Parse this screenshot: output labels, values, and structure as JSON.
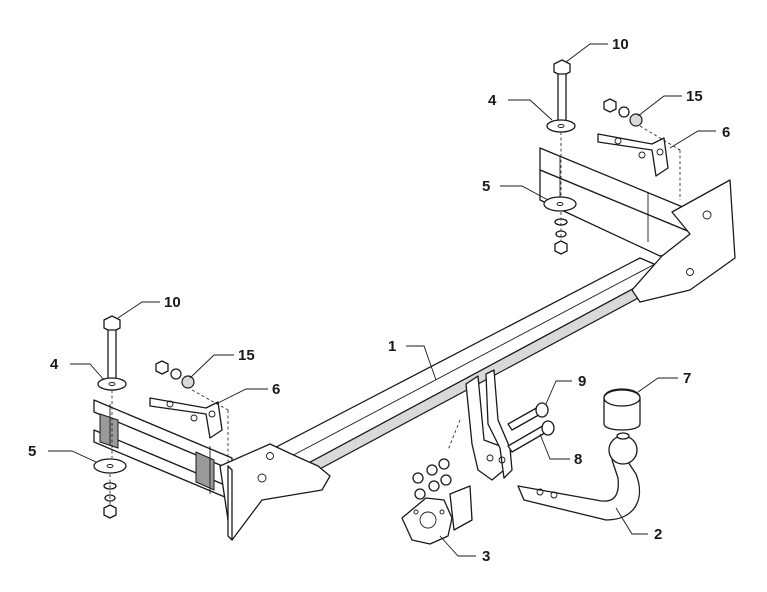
{
  "callouts": [
    {
      "id": "c10a",
      "text": "10"
    },
    {
      "id": "c4a",
      "text": "4"
    },
    {
      "id": "c15a",
      "text": "15"
    },
    {
      "id": "c6a",
      "text": "6"
    },
    {
      "id": "c5a",
      "text": "5"
    },
    {
      "id": "c10b",
      "text": "10"
    },
    {
      "id": "c4b",
      "text": "4"
    },
    {
      "id": "c15b",
      "text": "15"
    },
    {
      "id": "c6b",
      "text": "6"
    },
    {
      "id": "c5b",
      "text": "5"
    },
    {
      "id": "c1",
      "text": "1"
    },
    {
      "id": "c9",
      "text": "9"
    },
    {
      "id": "c8",
      "text": "8"
    },
    {
      "id": "c7",
      "text": "7"
    },
    {
      "id": "c2",
      "text": "2"
    },
    {
      "id": "c3",
      "text": "3"
    }
  ]
}
